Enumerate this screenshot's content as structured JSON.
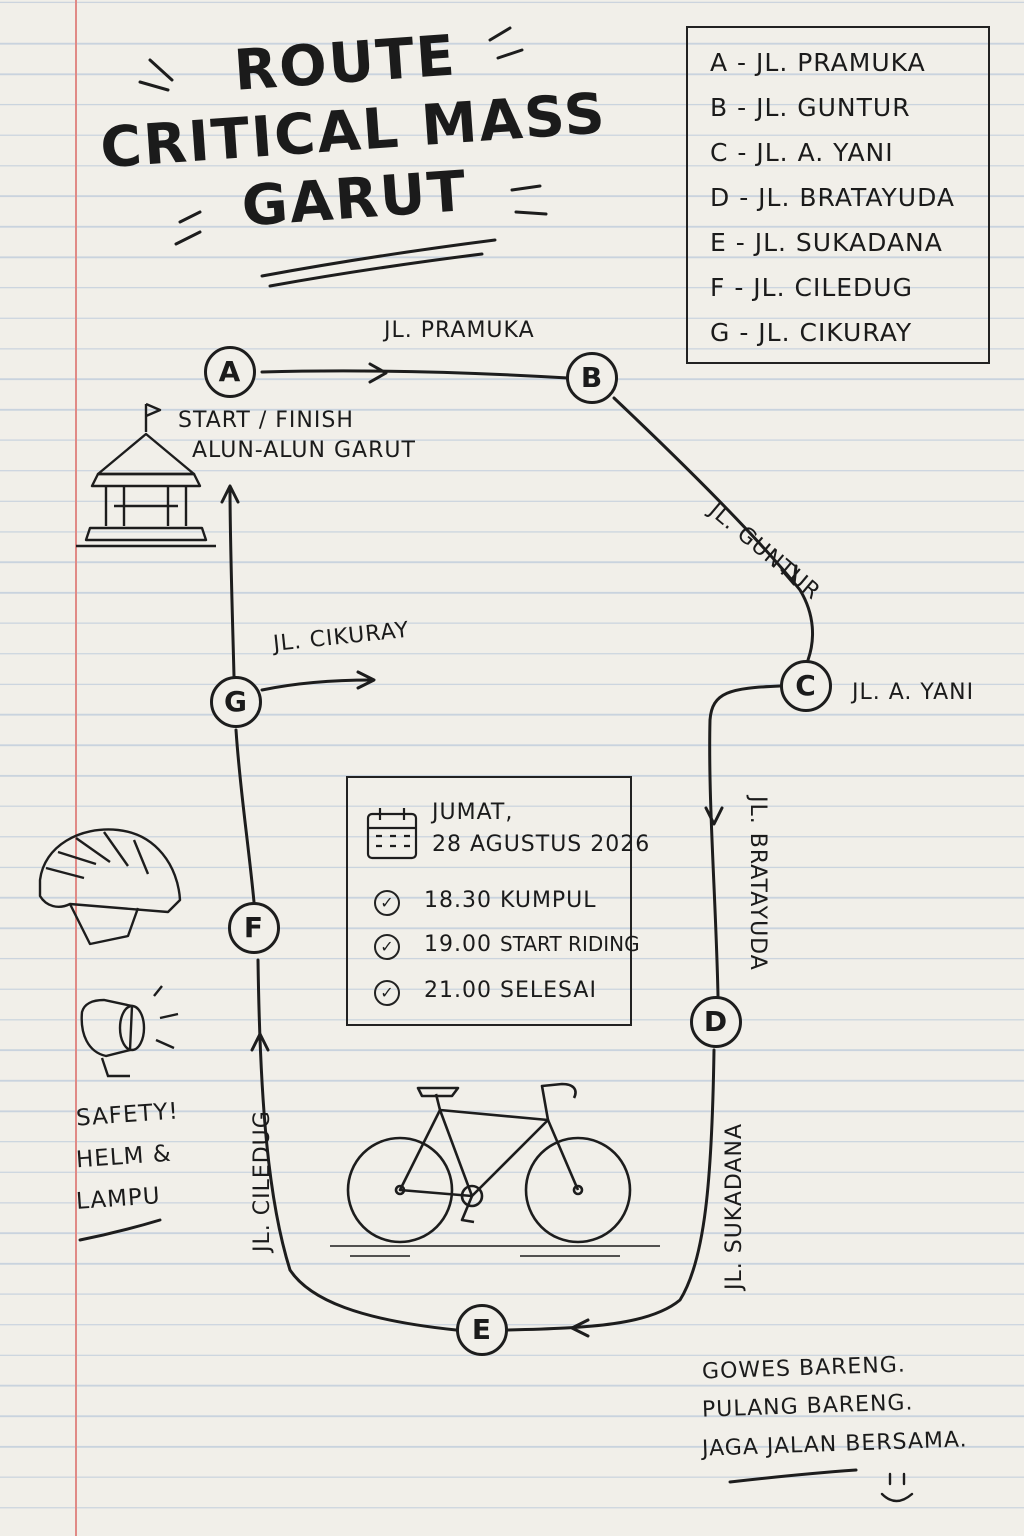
{
  "title": {
    "line1": "ROUTE",
    "line2": "CRITICAL MASS",
    "line3": "GARUT"
  },
  "legend": [
    "A - JL. PRAMUKA",
    "B - JL. GUNTUR",
    "C - JL. A. YANI",
    "D - JL. BRATAYUDA",
    "E - JL. SUKADANA",
    "F - JL. CILEDUG",
    "G - JL. CIKURAY"
  ],
  "nodes": {
    "a": "A",
    "b": "B",
    "c": "C",
    "d": "D",
    "e": "E",
    "f": "F",
    "g": "G"
  },
  "streets": {
    "pramuka": "JL. PRAMUKA",
    "guntur": "JL. GUNTUR",
    "ayani": "JL. A. YANI",
    "bratayuda": "JL. BRATAYUDA",
    "sukadana": "JL. SUKADANA",
    "ciledug": "JL. CILEDUG",
    "cikuray": "JL. CIKURAY"
  },
  "start": {
    "line1": "START / FINISH",
    "line2": "ALUN-ALUN GARUT"
  },
  "info": {
    "day": "JUMAT,",
    "date": "28 AGUSTUS 2026",
    "schedule": [
      {
        "time": "18.30",
        "label": "KUMPUL"
      },
      {
        "time": "19.00",
        "label": "START RIDING"
      },
      {
        "time": "21.00",
        "label": "SELESAI"
      }
    ]
  },
  "safety": {
    "line1": "SAFETY!",
    "line2": "HELM &",
    "line3": "LAMPU"
  },
  "motto": {
    "line1": "GOWES BARENG.",
    "line2": "PULANG BARENG.",
    "line3": "JAGA JALAN BERSAMA."
  },
  "icons": [
    "gazebo-icon",
    "calendar-icon",
    "check-icon",
    "helmet-icon",
    "bike-light-icon",
    "bicycle-icon",
    "smiley-icon"
  ]
}
